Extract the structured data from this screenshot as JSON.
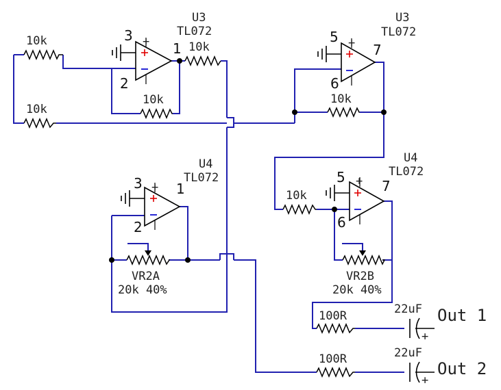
{
  "labels": {
    "r1": "10k",
    "r2": "10k",
    "r3": "10k",
    "r4": "10k",
    "r5": "10k",
    "r6": "10k",
    "r7": "100R",
    "r8": "100R",
    "u3a_ref": "U3",
    "u3a_part": "TL072",
    "u3b_ref": "U3",
    "u3b_part": "TL072",
    "u4a_ref": "U4",
    "u4a_part": "TL072",
    "u4b_ref": "U4",
    "u4b_part": "TL072",
    "vr2a_name": "VR2A",
    "vr2a_value": "20k 40%",
    "vr2b_name": "VR2B",
    "vr2b_value": "20k 40%",
    "c1": "22uF",
    "c2": "22uF",
    "out1": "Out 1",
    "out2": "Out 2"
  },
  "pins": {
    "u3a_in_plus": "3",
    "u3a_in_minus": "2",
    "u3a_out": "1",
    "u3b_in_plus": "5",
    "u3b_in_minus": "6",
    "u3b_out": "7",
    "u4a_in_plus": "3",
    "u4a_in_minus": "2",
    "u4a_out": "1",
    "u4b_in_plus": "5",
    "u4b_in_minus": "6",
    "u4b_out": "7"
  },
  "colors": {
    "wire": "#2020b0",
    "component": "#000000",
    "plus_sign": "#e00000",
    "minus_sign": "#1010d0"
  }
}
